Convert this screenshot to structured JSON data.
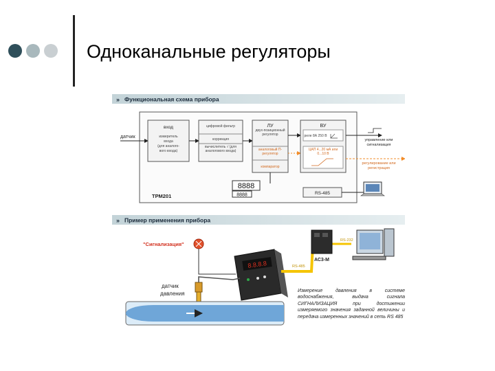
{
  "slide": {
    "title": "Одноканальные регуляторы"
  },
  "section1": {
    "header": "Функциональная схема прибора",
    "sensor_label": "датчик",
    "block_input": {
      "title": "вход",
      "lines": [
        "измеритель",
        "входа",
        "(для аналого-",
        "вого входа)"
      ]
    },
    "block_filter": {
      "items": [
        "цифровой фильтр",
        "коррекция",
        "вычислитель √ (для аналогового входа)"
      ]
    },
    "block_lu": {
      "title": "ЛУ",
      "items": [
        "двух-позиционный регулятор",
        "аналоговый П-регулятор",
        "компаратор"
      ]
    },
    "block_vu": {
      "title": "ВУ",
      "items": [
        "реле 8А 250 В",
        "ЦАП 4...20 мА или 0...10 В"
      ]
    },
    "outputs": [
      "управление или сигнализация",
      "регулирование или регистрация"
    ],
    "display_digits": "8888",
    "display_small": "8888",
    "interface": "RS-485",
    "device_name": "ТРМ201"
  },
  "section2": {
    "header": "Пример применения прибора",
    "alarm_label": "\"Сигнализация\"",
    "sensor_label": "датчик давления",
    "bus_rs485": "RS-485",
    "bus_rs232": "RS-232",
    "converter_label": "АС3-М",
    "description": "Измерение давления в системе водоснабжения, выдача сигнала СИГНАЛИЗАЦИЯ при достижении измеряемого значения заданной величины и передача измеренных значений в сеть RS 485"
  },
  "colors": {
    "header_bar": "#c3d3d8",
    "header_text": "#1a2a3a",
    "orange": "#f28c28",
    "box_fill": "#f3f3f3",
    "pipe_water": "#6fa6d8",
    "cable": "#f5c400"
  }
}
